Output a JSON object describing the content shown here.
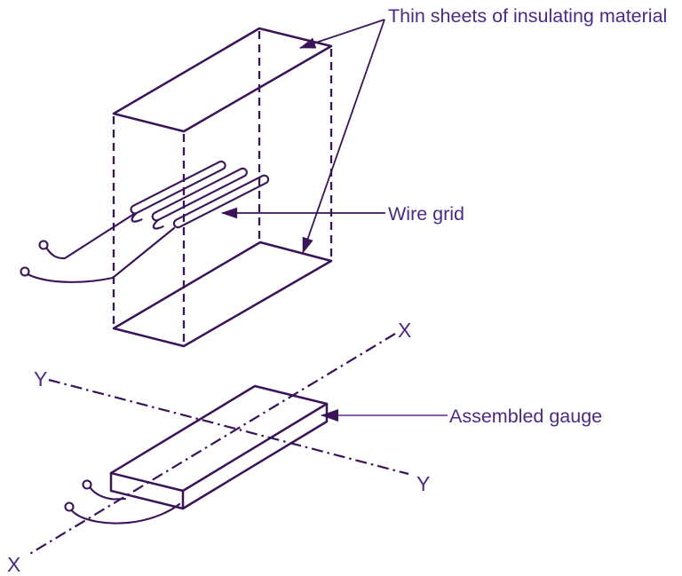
{
  "figure": {
    "background": "#ffffff",
    "colors": {
      "line": "#3a1458",
      "text": "#4b2a85",
      "gauge_leader": "#8a5fae"
    },
    "labels": {
      "thin_sheets": "Thin sheets of insulating material",
      "wire_grid": "Wire grid",
      "assembled_gauge": "Assembled gauge"
    },
    "axes": {
      "x_top": "X",
      "x_bottom": "X",
      "y_left": "Y",
      "y_right": "Y"
    }
  }
}
